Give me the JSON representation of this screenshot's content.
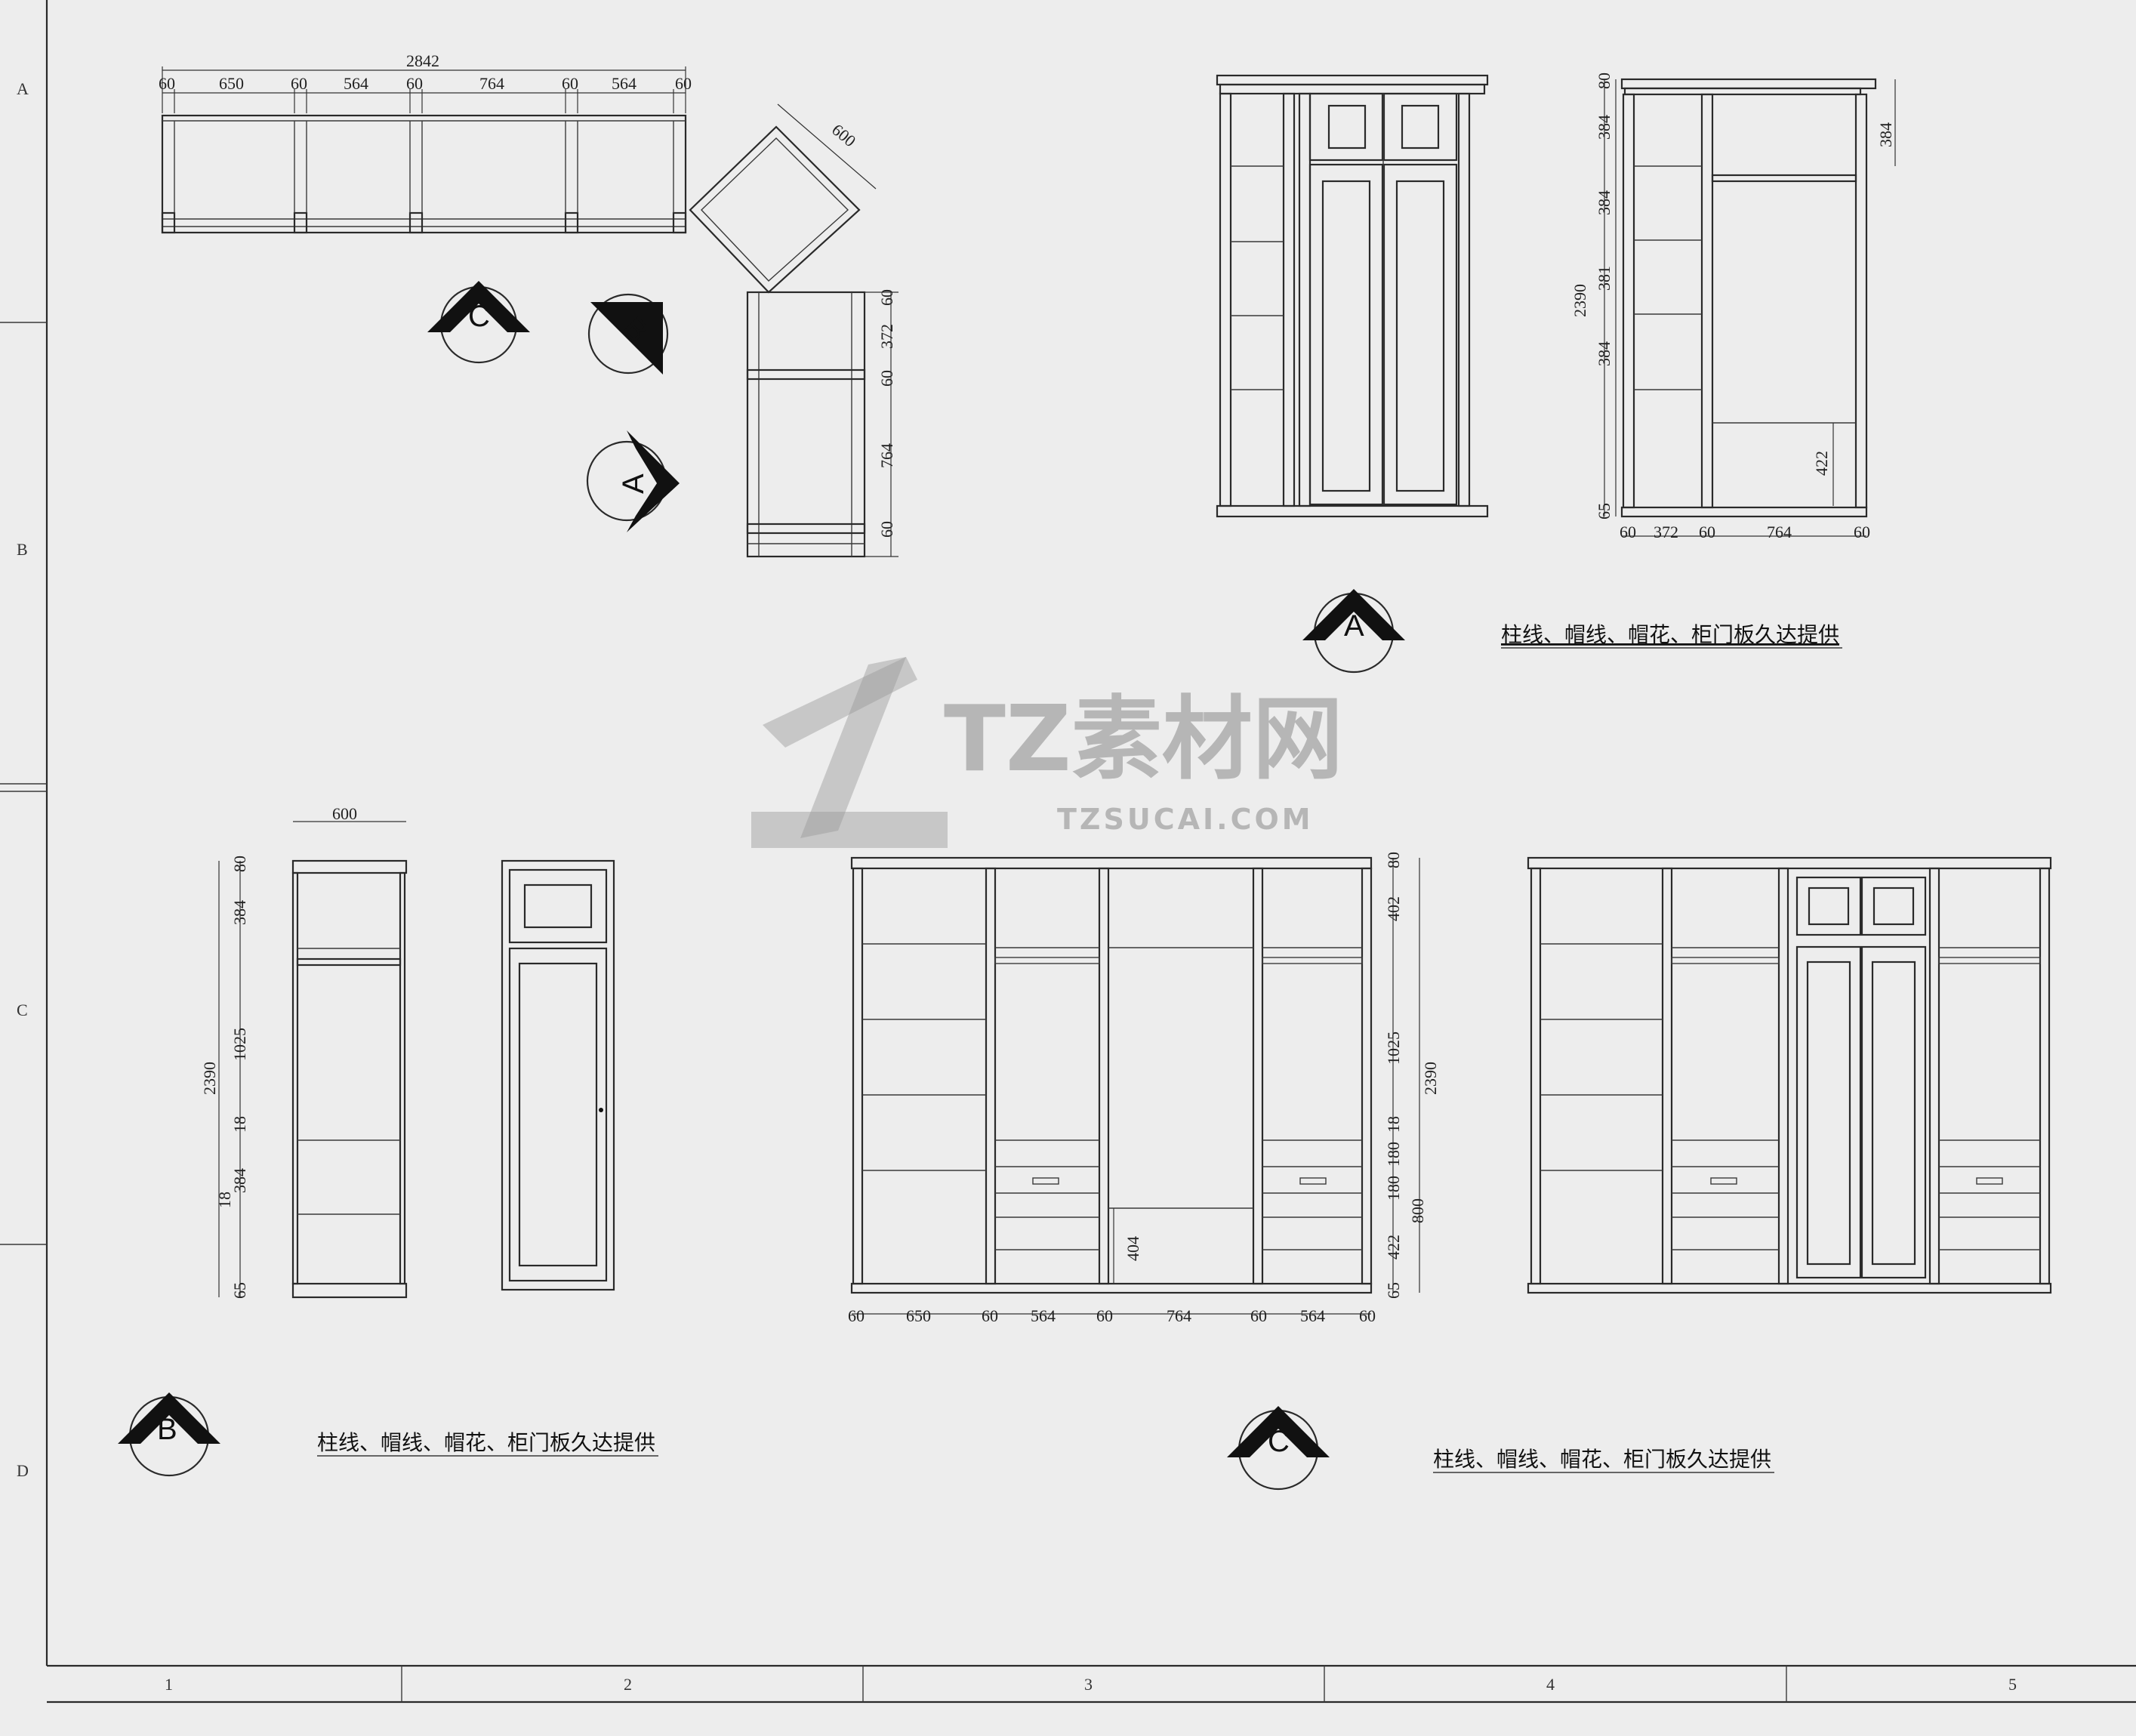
{
  "grid": {
    "rows": [
      "A",
      "B",
      "C",
      "D"
    ],
    "cols": [
      "1",
      "2",
      "3",
      "4",
      "5"
    ]
  },
  "plan": {
    "total": "2842",
    "segments": [
      "60",
      "650",
      "60",
      "564",
      "60",
      "764",
      "60",
      "564",
      "60"
    ],
    "diag": "600",
    "right_segments": [
      "60",
      "372",
      "60",
      "764",
      "60"
    ]
  },
  "elev_a": {
    "heights": [
      "80",
      "384",
      "384",
      "381",
      "384",
      "422",
      "65"
    ],
    "total": "2390",
    "right_top": "384",
    "bottom_segments": [
      "60",
      "372",
      "60",
      "764",
      "60"
    ]
  },
  "elev_b": {
    "width": "600",
    "heights": [
      "80",
      "384",
      "1025",
      "18",
      "384",
      "18",
      "65"
    ],
    "total": "2390"
  },
  "elev_c": {
    "heights": [
      "80",
      "402",
      "1025",
      "18",
      "180",
      "180",
      "422",
      "65"
    ],
    "total": "2390",
    "sub": "800",
    "inner": "404",
    "bottom_segments": [
      "60",
      "650",
      "60",
      "564",
      "60",
      "764",
      "60",
      "564",
      "60"
    ]
  },
  "markers": {
    "a": "A",
    "b": "B",
    "c": "C"
  },
  "notes": {
    "supply": "柱线、帽线、帽花、柜门板久达提供"
  },
  "watermark": {
    "cn": "TZ素材网",
    "en": "TZSUCAI.COM"
  },
  "colors": {
    "paper": "#ededed",
    "ink": "#222222"
  }
}
